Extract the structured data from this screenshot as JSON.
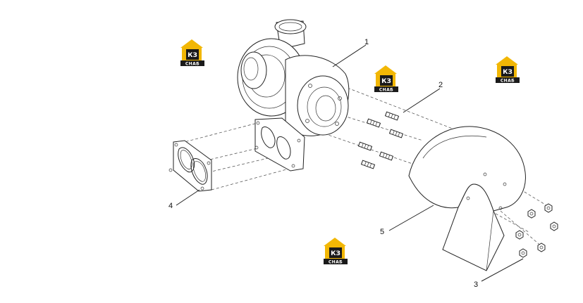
{
  "diagram": {
    "callouts": [
      {
        "id": "1",
        "label": "1"
      },
      {
        "id": "2",
        "label": "2"
      },
      {
        "id": "3",
        "label": "3"
      },
      {
        "id": "4",
        "label": "4"
      },
      {
        "id": "5",
        "label": "5"
      }
    ],
    "watermark": {
      "mark": "КЗ",
      "text": "СНАБ",
      "colors": {
        "accent": "#f2b705",
        "dark": "#1a1a1a"
      }
    }
  }
}
